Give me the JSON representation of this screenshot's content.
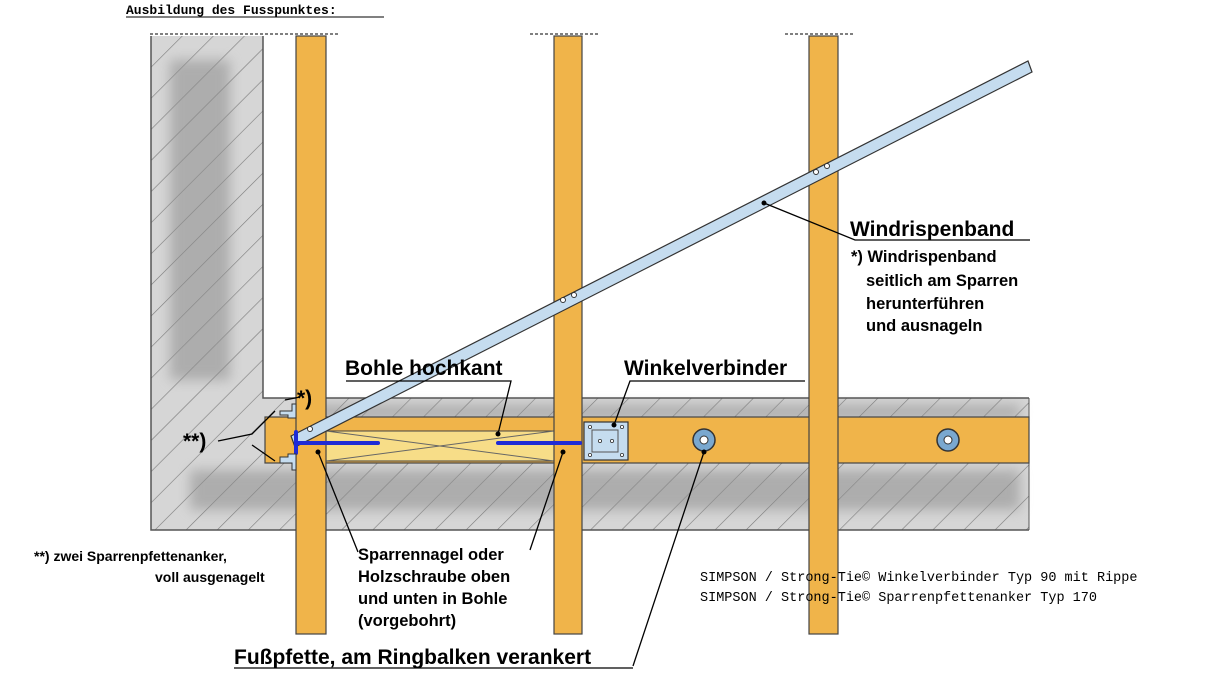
{
  "title": "Ausbildung des Fusspunktes:",
  "labels": {
    "windrispenband": "Windrispenband",
    "windrispenband_note": [
      "*) Windrispenband",
      "seitlich am Sparren",
      "herunterführen",
      "und ausnageln"
    ],
    "bohle": "Bohle hochkant",
    "winkelverbinder": "Winkelverbinder",
    "star_one": "*)",
    "star_two": "**)",
    "sparrennagel": [
      "Sparrennagel oder",
      "Holzschraube oben",
      "und unten in Bohle",
      "(vorgebohrt)"
    ],
    "fusspfette": "Fußpfette, am Ringbalken verankert",
    "anker_note": [
      "**) zwei Sparrenpfettenanker,",
      "voll ausgenagelt"
    ]
  },
  "products": [
    "SIMPSON / Strong-Tie© Winkelverbinder Typ 90 mit Rippe",
    "SIMPSON / Strong-Tie© Sparrenpfettenanker Typ 170"
  ],
  "colors": {
    "timber": "#f0b44a",
    "plank": "#f7dd88",
    "strap": "#c5dcef",
    "concrete": "#d4d4d4",
    "nail": "#1f2bd6",
    "bolt": "#7aa8cf"
  }
}
